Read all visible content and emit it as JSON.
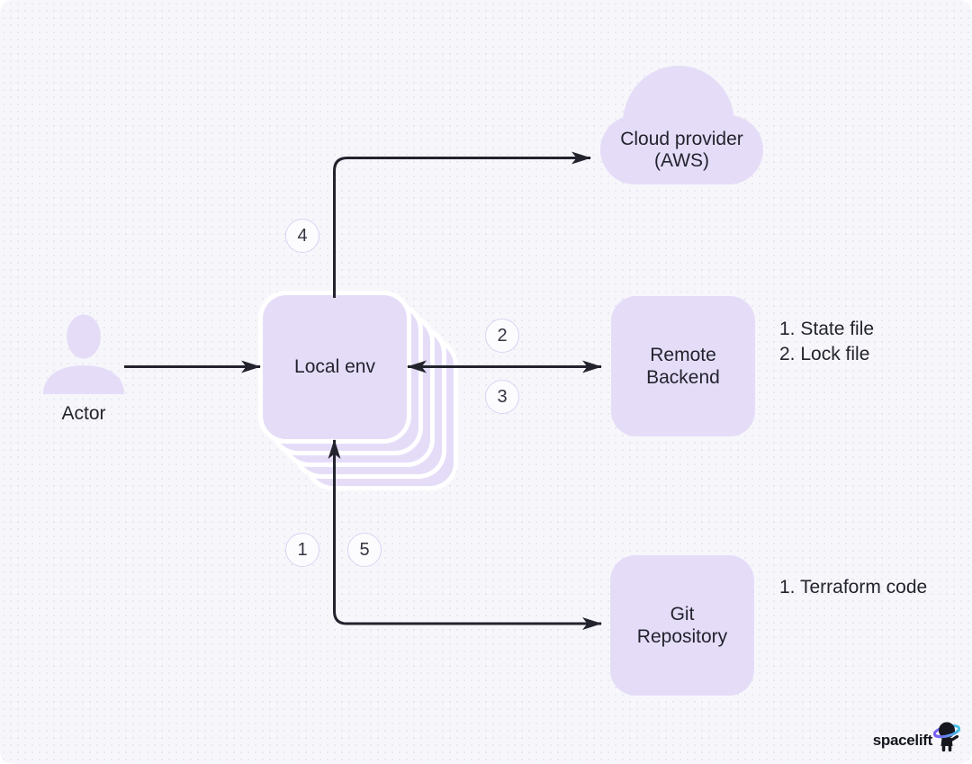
{
  "diagram": {
    "actor": {
      "label": "Actor"
    },
    "local_env": {
      "label": "Local env"
    },
    "cloud": {
      "line1": "Cloud provider",
      "line2": "(AWS)"
    },
    "remote_backend": {
      "line1": "Remote",
      "line2": "Backend"
    },
    "git_repository": {
      "line1": "Git",
      "line2": "Repository"
    },
    "steps": {
      "s1": "1",
      "s2": "2",
      "s3": "3",
      "s4": "4",
      "s5": "5"
    },
    "notes": {
      "remote_backend": [
        "1. State file",
        "2. Lock file"
      ],
      "git_repository": [
        "1. Terraform code"
      ]
    }
  },
  "branding": {
    "logo_text": "spacelift"
  },
  "colors": {
    "background": "#f7f7fb",
    "dot": "#e9e9f2",
    "node_fill": "#e5ddf8",
    "text": "#23232e",
    "line": "#23232e",
    "badge_fill": "#fcfcfe",
    "badge_border": "#dcd2f2",
    "logo_ring_start": "#7b5bf6",
    "logo_ring_end": "#49c6e5",
    "logo_dark": "#17171f"
  }
}
